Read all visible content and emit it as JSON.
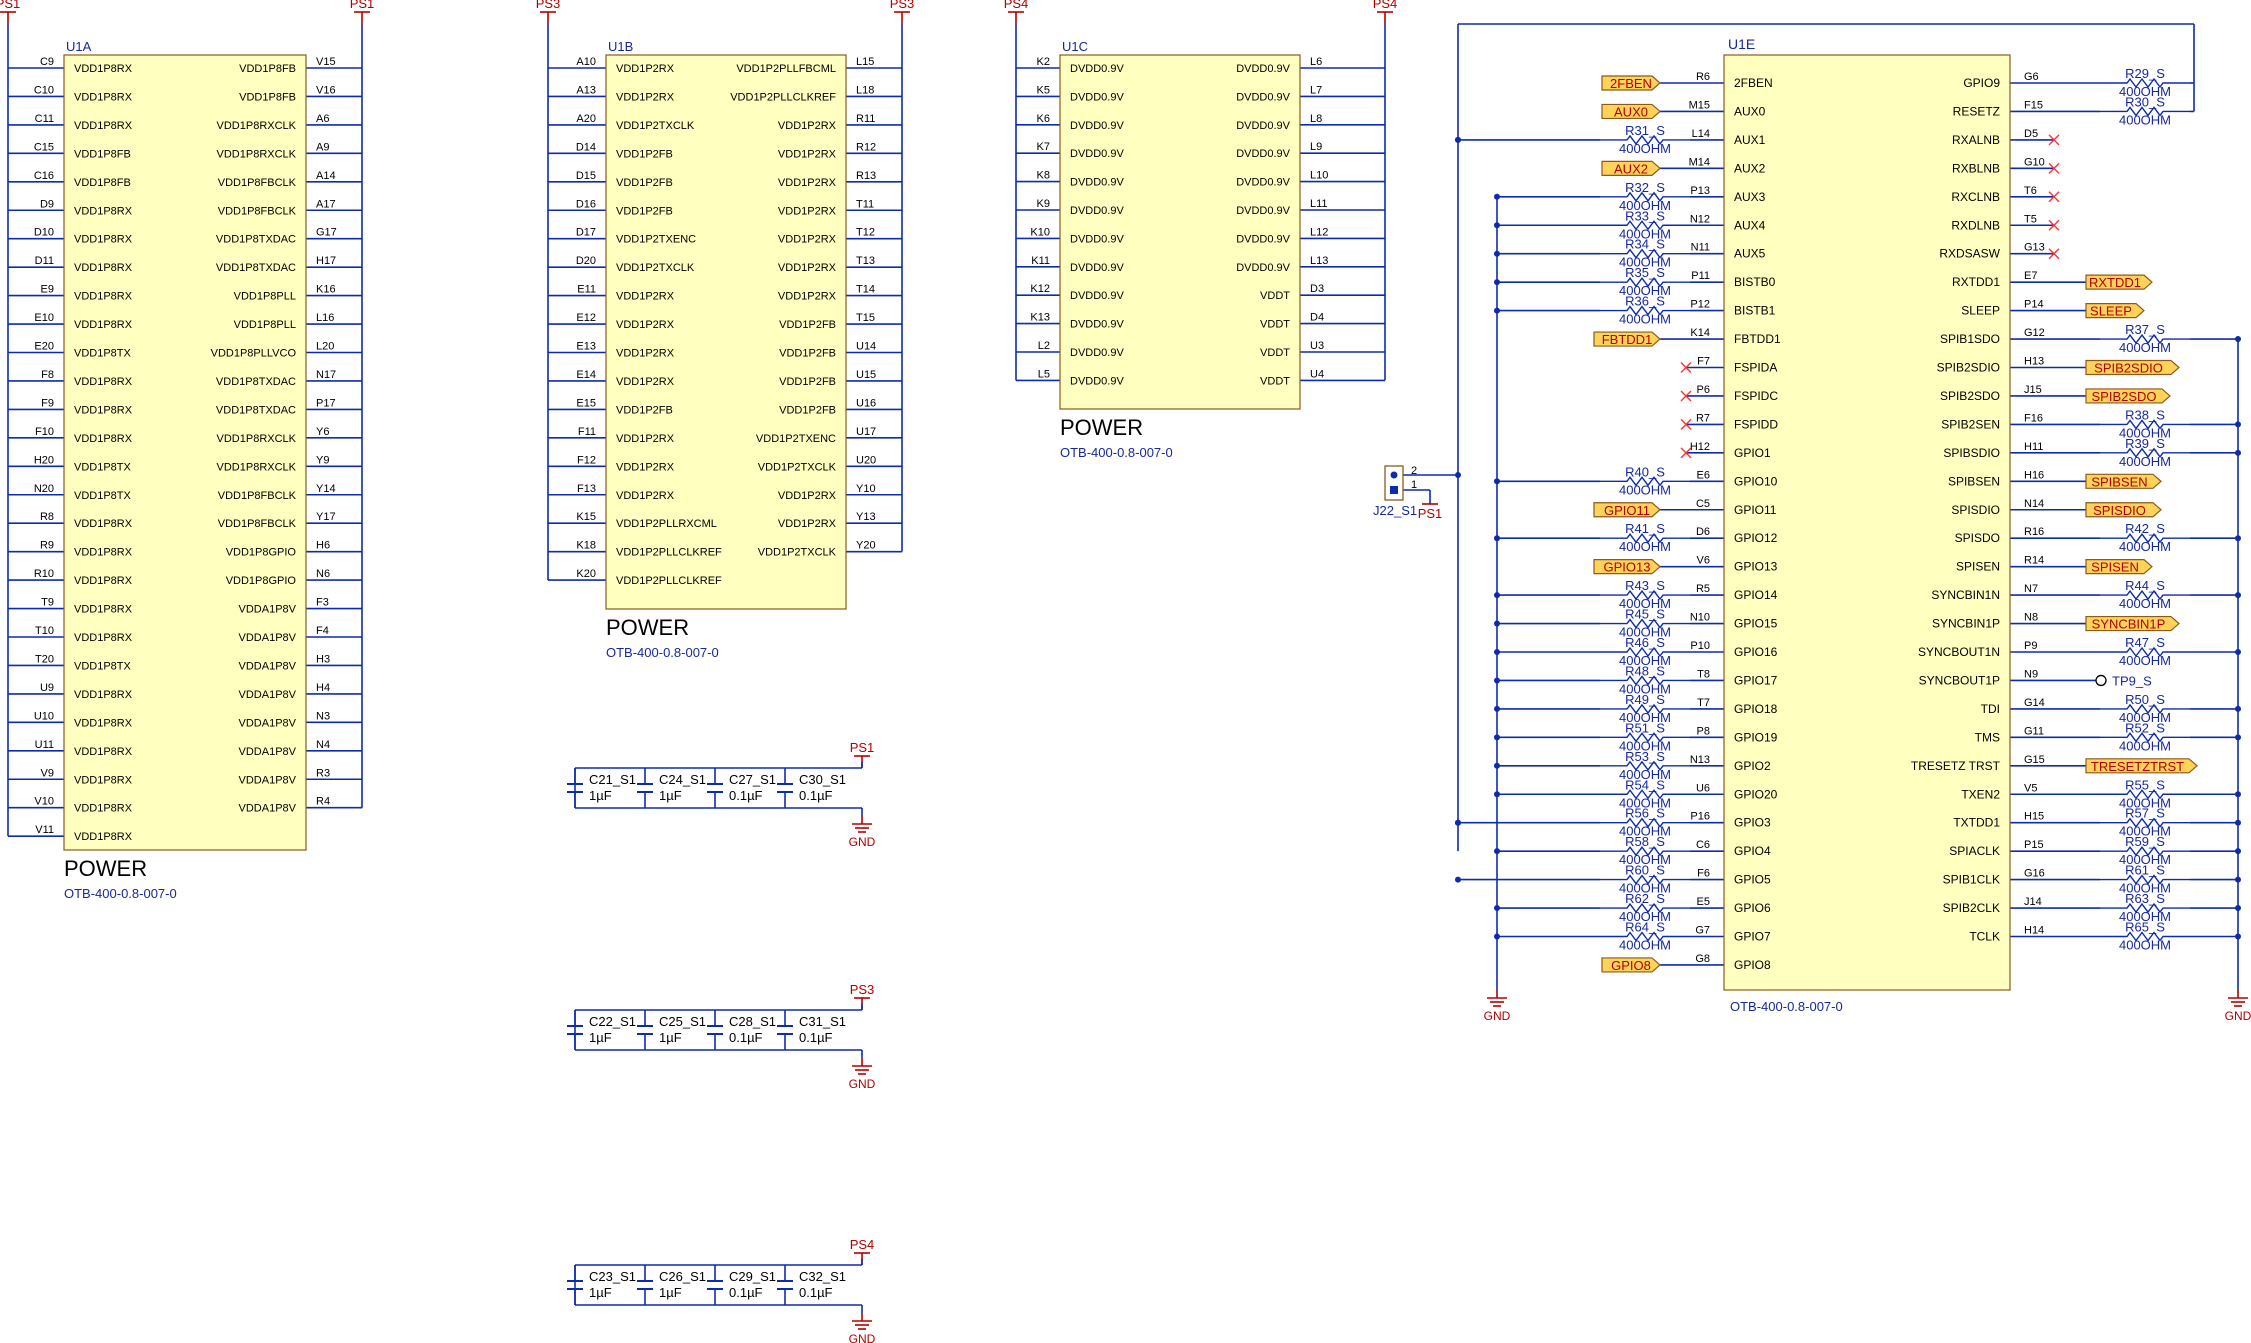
{
  "theme": {
    "part_fill": "#ffffc0",
    "part_stroke": "#8b5a1a",
    "wire": "#0d2cad",
    "net_text": "#b30000",
    "text": "#000000",
    "port_fill": "#ffd35a",
    "nc_color": "#ff3333",
    "footprint_text": "#16289e"
  },
  "parts": [
    {
      "id": "U1A",
      "title": "POWER",
      "footprint": "OTB-400-0.8-007-0",
      "rail_left": "PS1",
      "rail_right": "PS1",
      "left": [
        [
          "C9",
          "VDD1P8RX"
        ],
        [
          "C10",
          "VDD1P8RX"
        ],
        [
          "C11",
          "VDD1P8RX"
        ],
        [
          "C15",
          "VDD1P8FB"
        ],
        [
          "C16",
          "VDD1P8FB"
        ],
        [
          "D9",
          "VDD1P8RX"
        ],
        [
          "D10",
          "VDD1P8RX"
        ],
        [
          "D11",
          "VDD1P8RX"
        ],
        [
          "E9",
          "VDD1P8RX"
        ],
        [
          "E10",
          "VDD1P8RX"
        ],
        [
          "E20",
          "VDD1P8TX"
        ],
        [
          "F8",
          "VDD1P8RX"
        ],
        [
          "F9",
          "VDD1P8RX"
        ],
        [
          "F10",
          "VDD1P8RX"
        ],
        [
          "H20",
          "VDD1P8TX"
        ],
        [
          "N20",
          "VDD1P8TX"
        ],
        [
          "R8",
          "VDD1P8RX"
        ],
        [
          "R9",
          "VDD1P8RX"
        ],
        [
          "R10",
          "VDD1P8RX"
        ],
        [
          "T9",
          "VDD1P8RX"
        ],
        [
          "T10",
          "VDD1P8RX"
        ],
        [
          "T20",
          "VDD1P8TX"
        ],
        [
          "U9",
          "VDD1P8RX"
        ],
        [
          "U10",
          "VDD1P8RX"
        ],
        [
          "U11",
          "VDD1P8RX"
        ],
        [
          "V9",
          "VDD1P8RX"
        ],
        [
          "V10",
          "VDD1P8RX"
        ],
        [
          "V11",
          "VDD1P8RX"
        ]
      ],
      "right": [
        [
          "V15",
          "VDD1P8FB"
        ],
        [
          "V16",
          "VDD1P8FB"
        ],
        [
          "A6",
          "VDD1P8RXCLK"
        ],
        [
          "A9",
          "VDD1P8RXCLK"
        ],
        [
          "A14",
          "VDD1P8FBCLK"
        ],
        [
          "A17",
          "VDD1P8FBCLK"
        ],
        [
          "G17",
          "VDD1P8TXDAC"
        ],
        [
          "H17",
          "VDD1P8TXDAC"
        ],
        [
          "K16",
          "VDD1P8PLL"
        ],
        [
          "L16",
          "VDD1P8PLL"
        ],
        [
          "L20",
          "VDD1P8PLLVCO"
        ],
        [
          "N17",
          "VDD1P8TXDAC"
        ],
        [
          "P17",
          "VDD1P8TXDAC"
        ],
        [
          "Y6",
          "VDD1P8RXCLK"
        ],
        [
          "Y9",
          "VDD1P8RXCLK"
        ],
        [
          "Y14",
          "VDD1P8FBCLK"
        ],
        [
          "Y17",
          "VDD1P8FBCLK"
        ],
        [
          "H6",
          "VDD1P8GPIO"
        ],
        [
          "N6",
          "VDD1P8GPIO"
        ],
        [
          "F3",
          "VDDA1P8V"
        ],
        [
          "F4",
          "VDDA1P8V"
        ],
        [
          "H3",
          "VDDA1P8V"
        ],
        [
          "H4",
          "VDDA1P8V"
        ],
        [
          "N3",
          "VDDA1P8V"
        ],
        [
          "N4",
          "VDDA1P8V"
        ],
        [
          "R3",
          "VDDA1P8V"
        ],
        [
          "R4",
          "VDDA1P8V"
        ]
      ]
    },
    {
      "id": "U1B",
      "title": "POWER",
      "footprint": "OTB-400-0.8-007-0",
      "rail_left": "PS3",
      "rail_right": "PS3",
      "left": [
        [
          "A10",
          "VDD1P2RX"
        ],
        [
          "A13",
          "VDD1P2RX"
        ],
        [
          "A20",
          "VDD1P2TXCLK"
        ],
        [
          "D14",
          "VDD1P2FB"
        ],
        [
          "D15",
          "VDD1P2FB"
        ],
        [
          "D16",
          "VDD1P2FB"
        ],
        [
          "D17",
          "VDD1P2TXENC"
        ],
        [
          "D20",
          "VDD1P2TXCLK"
        ],
        [
          "E11",
          "VDD1P2RX"
        ],
        [
          "E12",
          "VDD1P2RX"
        ],
        [
          "E13",
          "VDD1P2RX"
        ],
        [
          "E14",
          "VDD1P2RX"
        ],
        [
          "E15",
          "VDD1P2FB"
        ],
        [
          "F11",
          "VDD1P2RX"
        ],
        [
          "F12",
          "VDD1P2RX"
        ],
        [
          "F13",
          "VDD1P2RX"
        ],
        [
          "K15",
          "VDD1P2PLLRXCML"
        ],
        [
          "K18",
          "VDD1P2PLLCLKREF"
        ],
        [
          "K20",
          "VDD1P2PLLCLKREF"
        ]
      ],
      "right": [
        [
          "L15",
          "VDD1P2PLLFBCML"
        ],
        [
          "L18",
          "VDD1P2PLLCLKREF"
        ],
        [
          "R11",
          "VDD1P2RX"
        ],
        [
          "R12",
          "VDD1P2RX"
        ],
        [
          "R13",
          "VDD1P2RX"
        ],
        [
          "T11",
          "VDD1P2RX"
        ],
        [
          "T12",
          "VDD1P2RX"
        ],
        [
          "T13",
          "VDD1P2RX"
        ],
        [
          "T14",
          "VDD1P2RX"
        ],
        [
          "T15",
          "VDD1P2FB"
        ],
        [
          "U14",
          "VDD1P2FB"
        ],
        [
          "U15",
          "VDD1P2FB"
        ],
        [
          "U16",
          "VDD1P2FB"
        ],
        [
          "U17",
          "VDD1P2TXENC"
        ],
        [
          "U20",
          "VDD1P2TXCLK"
        ],
        [
          "Y10",
          "VDD1P2RX"
        ],
        [
          "Y13",
          "VDD1P2RX"
        ],
        [
          "Y20",
          "VDD1P2TXCLK"
        ]
      ]
    },
    {
      "id": "U1C",
      "title": "POWER",
      "footprint": "OTB-400-0.8-007-0",
      "rail_left": "PS4",
      "rail_right": "PS4",
      "left": [
        [
          "K2",
          "DVDD0.9V"
        ],
        [
          "K5",
          "DVDD0.9V"
        ],
        [
          "K6",
          "DVDD0.9V"
        ],
        [
          "K7",
          "DVDD0.9V"
        ],
        [
          "K8",
          "DVDD0.9V"
        ],
        [
          "K9",
          "DVDD0.9V"
        ],
        [
          "K10",
          "DVDD0.9V"
        ],
        [
          "K11",
          "DVDD0.9V"
        ],
        [
          "K12",
          "DVDD0.9V"
        ],
        [
          "K13",
          "DVDD0.9V"
        ],
        [
          "L2",
          "DVDD0.9V"
        ],
        [
          "L5",
          "DVDD0.9V"
        ]
      ],
      "right": [
        [
          "L6",
          "DVDD0.9V"
        ],
        [
          "L7",
          "DVDD0.9V"
        ],
        [
          "L8",
          "DVDD0.9V"
        ],
        [
          "L9",
          "DVDD0.9V"
        ],
        [
          "L10",
          "DVDD0.9V"
        ],
        [
          "L11",
          "DVDD0.9V"
        ],
        [
          "L12",
          "DVDD0.9V"
        ],
        [
          "L13",
          "DVDD0.9V"
        ],
        [
          "D3",
          "VDDT"
        ],
        [
          "D4",
          "VDDT"
        ],
        [
          "U3",
          "VDDT"
        ],
        [
          "U4",
          "VDDT"
        ]
      ]
    }
  ],
  "u1e": {
    "id": "U1E",
    "footprint": "OTB-400-0.8-007-0",
    "left": [
      [
        "R6",
        "2FBEN",
        "port",
        "2FBEN"
      ],
      [
        "M15",
        "AUX0",
        "port",
        "AUX0"
      ],
      [
        "L14",
        "AUX1",
        "res",
        "R31_S",
        "400OHM"
      ],
      [
        "M14",
        "AUX2",
        "port",
        "AUX2"
      ],
      [
        "P13",
        "AUX3",
        "res",
        "R32_S",
        "400OHM"
      ],
      [
        "N12",
        "AUX4",
        "res",
        "R33_S",
        "400OHM"
      ],
      [
        "N11",
        "AUX5",
        "res",
        "R34_S",
        "400OHM"
      ],
      [
        "P11",
        "BISTB0",
        "res",
        "R35_S",
        "400OHM"
      ],
      [
        "P12",
        "BISTB1",
        "res",
        "R36_S",
        "400OHM"
      ],
      [
        "K14",
        "FBTDD1",
        "port",
        "FBTDD1"
      ],
      [
        "F7",
        "FSPIDA",
        "nc"
      ],
      [
        "P6",
        "FSPIDC",
        "nc"
      ],
      [
        "R7",
        "FSPIDD",
        "nc"
      ],
      [
        "H12",
        "GPIO1",
        "nc"
      ],
      [
        "E6",
        "GPIO10",
        "res",
        "R40_S",
        "400OHM"
      ],
      [
        "C5",
        "GPIO11",
        "port",
        "GPIO11"
      ],
      [
        "D6",
        "GPIO12",
        "res",
        "R41_S",
        "400OHM"
      ],
      [
        "V6",
        "GPIO13",
        "port",
        "GPIO13"
      ],
      [
        "R5",
        "GPIO14",
        "res",
        "R43_S",
        "400OHM"
      ],
      [
        "N10",
        "GPIO15",
        "res",
        "R45_S",
        "400OHM"
      ],
      [
        "P10",
        "GPIO16",
        "res",
        "R46_S",
        "400OHM"
      ],
      [
        "T8",
        "GPIO17",
        "res",
        "R48_S",
        "400OHM"
      ],
      [
        "T7",
        "GPIO18",
        "res",
        "R49_S",
        "400OHM"
      ],
      [
        "P8",
        "GPIO19",
        "res",
        "R51_S",
        "400OHM"
      ],
      [
        "N13",
        "GPIO2",
        "res",
        "R53_S",
        "400OHM"
      ],
      [
        "U6",
        "GPIO20",
        "res",
        "R54_S",
        "400OHM"
      ],
      [
        "P16",
        "GPIO3",
        "res",
        "R56_S",
        "400OHM"
      ],
      [
        "C6",
        "GPIO4",
        "res",
        "R58_S",
        "400OHM"
      ],
      [
        "F6",
        "GPIO5",
        "res",
        "R60_S",
        "400OHM"
      ],
      [
        "E5",
        "GPIO6",
        "res",
        "R62_S",
        "400OHM"
      ],
      [
        "G7",
        "GPIO7",
        "res",
        "R64_S",
        "400OHM"
      ],
      [
        "G8",
        "GPIO8",
        "port",
        "GPIO8"
      ]
    ],
    "right": [
      [
        "G6",
        "GPIO9",
        "res",
        "R29_S",
        "400OHM"
      ],
      [
        "F15",
        "RESETZ",
        "res",
        "R30_S",
        "400OHM"
      ],
      [
        "D5",
        "RXALNB",
        "nc"
      ],
      [
        "G10",
        "RXBLNB",
        "nc"
      ],
      [
        "T6",
        "RXCLNB",
        "nc"
      ],
      [
        "T5",
        "RXDLNB",
        "nc"
      ],
      [
        "G13",
        "RXDSASW",
        "nc"
      ],
      [
        "E7",
        "RXTDD1",
        "port",
        "RXTDD1"
      ],
      [
        "P14",
        "SLEEP",
        "port",
        "SLEEP"
      ],
      [
        "G12",
        "SPIB1SDO",
        "res",
        "R37_S",
        "400OHM"
      ],
      [
        "H13",
        "SPIB2SDIO",
        "port",
        "SPIB2SDIO"
      ],
      [
        "J15",
        "SPIB2SDO",
        "port",
        "SPIB2SDO"
      ],
      [
        "F16",
        "SPIB2SEN",
        "res",
        "R38_S",
        "400OHM"
      ],
      [
        "H11",
        "SPIBSDIO",
        "res",
        "R39_S",
        "400OHM"
      ],
      [
        "H16",
        "SPIBSEN",
        "port",
        "SPIBSEN"
      ],
      [
        "N14",
        "SPISDIO",
        "port",
        "SPISDIO"
      ],
      [
        "R16",
        "SPISDO",
        "res",
        "R42_S",
        "400OHM"
      ],
      [
        "R14",
        "SPISEN",
        "port",
        "SPISEN"
      ],
      [
        "N7",
        "SYNCBIN1N",
        "res",
        "R44_S",
        "400OHM"
      ],
      [
        "N8",
        "SYNCBIN1P",
        "port",
        "SYNCBIN1P"
      ],
      [
        "P9",
        "SYNCBOUT1N",
        "res",
        "R47_S",
        "400OHM"
      ],
      [
        "N9",
        "SYNCBOUT1P",
        "tp",
        "TP9_S"
      ],
      [
        "G14",
        "TDI",
        "res",
        "R50_S",
        "400OHM"
      ],
      [
        "G11",
        "TMS",
        "res",
        "R52_S",
        "400OHM"
      ],
      [
        "G15",
        "TRESETZ TRST",
        "port",
        "TRESETZTRST"
      ],
      [
        "V5",
        "TXEN2",
        "res",
        "R55_S",
        "400OHM"
      ],
      [
        "H15",
        "TXTDD1",
        "res",
        "R57_S",
        "400OHM"
      ],
      [
        "P15",
        "SPIACLK",
        "res",
        "R59_S",
        "400OHM"
      ],
      [
        "G16",
        "SPIB1CLK",
        "res",
        "R61_S",
        "400OHM"
      ],
      [
        "J14",
        "SPIB2CLK",
        "res",
        "R63_S",
        "400OHM"
      ],
      [
        "H14",
        "TCLK",
        "res",
        "R65_S",
        "400OHM"
      ]
    ]
  },
  "jumper": {
    "ref": "J22_S1",
    "pin_top": "2",
    "pin_bottom": "1",
    "net": "PS1"
  },
  "gnd_label": "GND",
  "cap_groups": [
    {
      "rail": "PS1",
      "caps": [
        [
          "C21_S1",
          "1µF"
        ],
        [
          "C24_S1",
          "1µF"
        ],
        [
          "C27_S1",
          "0.1µF"
        ],
        [
          "C30_S1",
          "0.1µF"
        ]
      ]
    },
    {
      "rail": "PS3",
      "caps": [
        [
          "C22_S1",
          "1µF"
        ],
        [
          "C25_S1",
          "1µF"
        ],
        [
          "C28_S1",
          "0.1µF"
        ],
        [
          "C31_S1",
          "0.1µF"
        ]
      ]
    },
    {
      "rail": "PS4",
      "caps": [
        [
          "C23_S1",
          "1µF"
        ],
        [
          "C26_S1",
          "1µF"
        ],
        [
          "C29_S1",
          "0.1µF"
        ],
        [
          "C32_S1",
          "0.1µF"
        ]
      ]
    }
  ]
}
